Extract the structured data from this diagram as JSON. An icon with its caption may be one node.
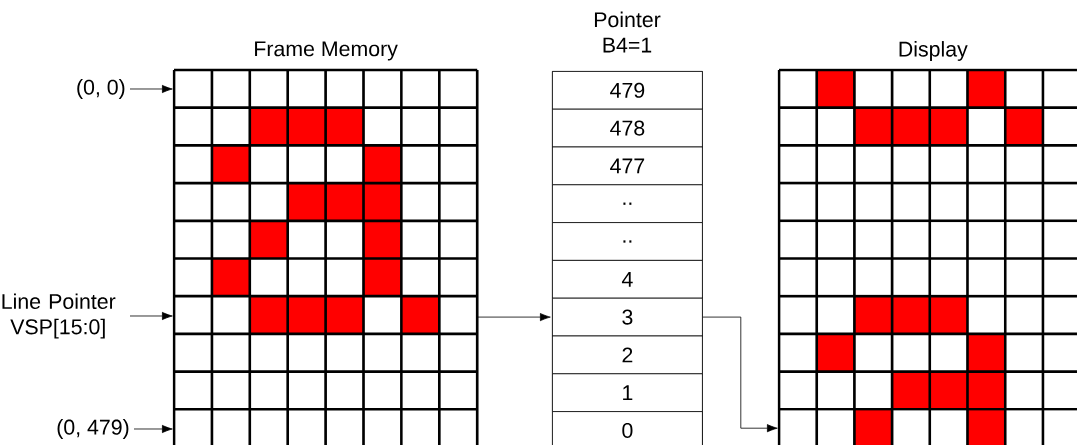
{
  "diagram": {
    "nodes": [
      {
        "text": [
          "Frame Memory"
        ]
      },
      {
        "text": [
          "(0, 0)"
        ]
      },
      {
        "text": [
          "Line Pointer VSP[15:0]"
        ]
      },
      {
        "text": [
          "(0, 479)"
        ]
      },
      {
        "text": [
          "Pointer B4=1"
        ]
      },
      {
        "text": [
          "479"
        ],
        "in": 4
      },
      {
        "text": [
          "478"
        ],
        "in": 4
      },
      {
        "text": [
          "477"
        ],
        "in": 4
      },
      {
        "text": [
          ".."
        ],
        "in": 4
      },
      {
        "text": [
          ".."
        ],
        "in": 4
      },
      {
        "text": [
          "4"
        ],
        "in": 4
      },
      {
        "text": [
          "3"
        ],
        "in": 4
      },
      {
        "text": [
          "2"
        ],
        "in": 4
      },
      {
        "text": [
          "1"
        ],
        "in": 4
      },
      {
        "text": [
          "0"
        ],
        "in": 4
      },
      {
        "text": [
          "Display"
        ]
      }
    ],
    "edges": [
      {
        "from": 1,
        "to": 0,
        "arrow": "to"
      },
      {
        "from": 2,
        "to": 0,
        "arrow": "to"
      },
      {
        "from": 3,
        "to": 0,
        "arrow": "to"
      },
      {
        "from": 0,
        "to": 11,
        "arrow": "to"
      },
      {
        "from": 11,
        "to": 15,
        "arrow": "to"
      }
    ]
  }
}
